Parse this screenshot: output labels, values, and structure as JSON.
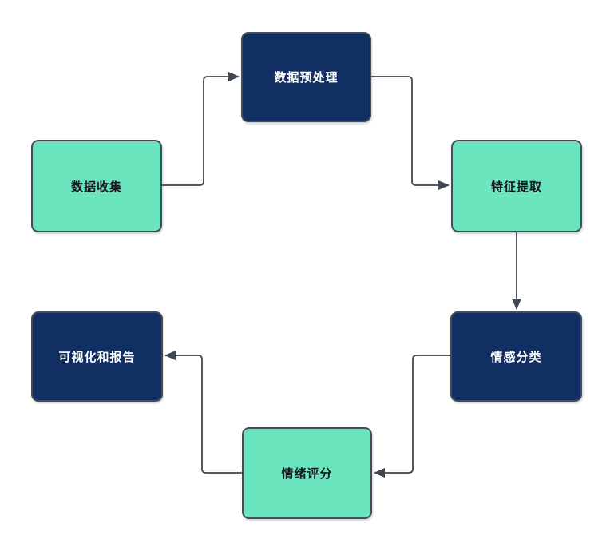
{
  "diagram": {
    "type": "flowchart",
    "background_color": "#ffffff",
    "colors": {
      "navy_fill": "#112f62",
      "teal_fill": "#6ae5bd",
      "node_border": "#454b57",
      "connector": "#3f4753",
      "text_on_navy": "#ffffff",
      "text_on_teal": "#16181d"
    },
    "nodes": [
      {
        "id": "data-collection",
        "label": "数据收集",
        "fill": "teal"
      },
      {
        "id": "data-preprocessing",
        "label": "数据预处理",
        "fill": "navy"
      },
      {
        "id": "feature-extraction",
        "label": "特征提取",
        "fill": "teal"
      },
      {
        "id": "sentiment-classification",
        "label": "情感分类",
        "fill": "navy"
      },
      {
        "id": "emotion-scoring",
        "label": "情绪评分",
        "fill": "teal"
      },
      {
        "id": "visualization-report",
        "label": "可视化和报告",
        "fill": "navy"
      }
    ],
    "edges": [
      {
        "from": "数据收集",
        "to": "数据预处理",
        "style": "elbow right-up-right, arrowhead at end"
      },
      {
        "from": "数据预处理",
        "to": "特征提取",
        "style": "elbow right-down-right, arrowhead at end"
      },
      {
        "from": "特征提取",
        "to": "情感分类",
        "style": "straight vertical down, arrowhead at end"
      },
      {
        "from": "情感分类",
        "to": "情绪评分",
        "style": "elbow left-down-left, arrowhead at end"
      },
      {
        "from": "情绪评分",
        "to": "可视化和报告",
        "style": "elbow left-up-left, arrowhead at end"
      }
    ]
  }
}
